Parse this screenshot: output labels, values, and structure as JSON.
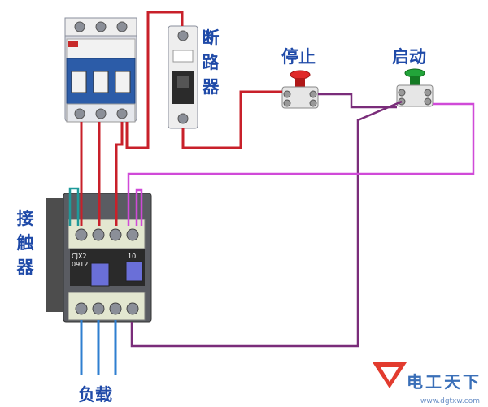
{
  "labels": {
    "breaker": "断路器",
    "stop": "停止",
    "start": "启动",
    "contactor": "接触器",
    "load": "负载"
  },
  "device_text": {
    "contactor_model": "CJX2",
    "contactor_rating": "0912",
    "contactor_aux": "10"
  },
  "watermark": {
    "text": "电工天下",
    "url": "www.dgtxw.com"
  },
  "colors": {
    "wire_red": "#c8202a",
    "wire_purple": "#7a2d7a",
    "wire_magenta": "#d04ad8",
    "wire_blue": "#2f7fd0",
    "label_blue": "#1f4aa8",
    "stop_button": "#e02828",
    "start_button": "#22a43a"
  }
}
